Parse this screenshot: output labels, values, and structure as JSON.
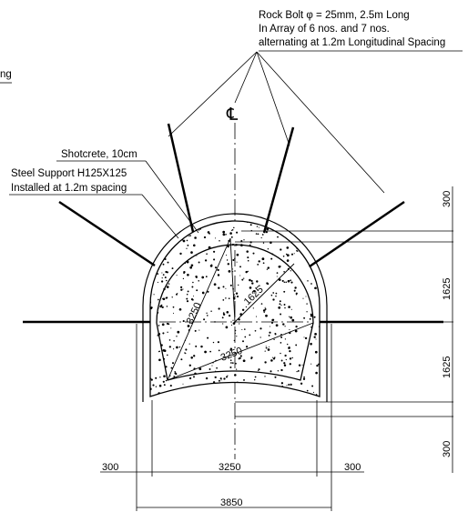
{
  "notes": {
    "rock_bolt_line1": "Rock  Bolt  φ = 25mm, 2.5m Long",
    "rock_bolt_line2": "In Array of 6 nos. and 7 nos.",
    "rock_bolt_line3": "alternating at 1.2m Longitudinal Spacing",
    "shotcrete": "Shotcrete, 10cm",
    "steel_support_line1": "Steel Support H125X125",
    "steel_support_line2": "Installed at 1.2m spacing",
    "partial_left_text": "ng"
  },
  "centerline_symbol": "℄",
  "section_labels": {
    "diameter_diagonal": "3250",
    "radius": "1625",
    "diameter_lower": "3250"
  },
  "dimensions": {
    "bottom_left": "300",
    "bottom_center": "3250",
    "bottom_right": "300",
    "overall_width": "3850",
    "right_top": "300",
    "right_upper_half": "1625",
    "right_lower_half": "1625",
    "right_bottom": "300"
  }
}
